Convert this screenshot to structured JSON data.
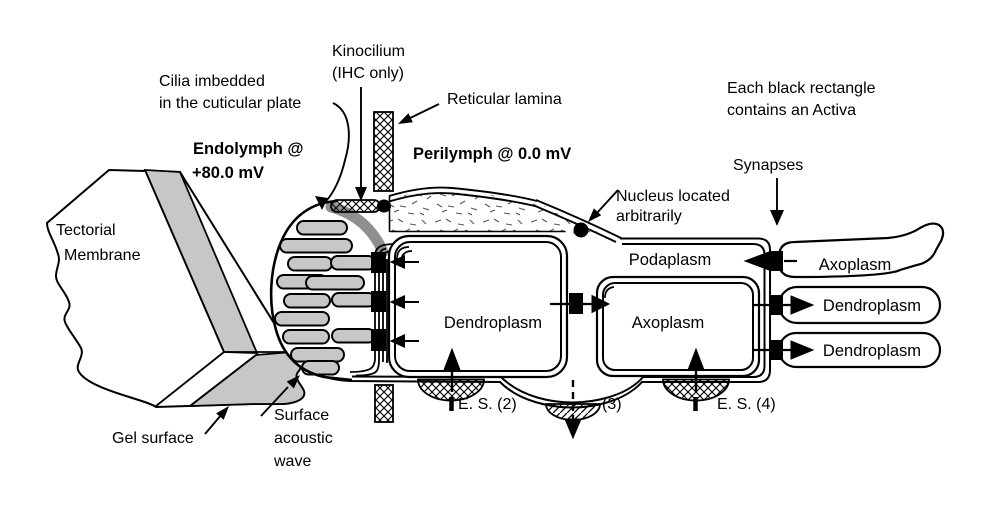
{
  "figure": {
    "background": "#ffffff",
    "ink": "#000000",
    "light_gray": "#c7c7c7",
    "mid_gray": "#8f8f8f"
  },
  "labels": {
    "cilia_line1": "Cilia imbedded",
    "cilia_line2": "in the cuticular plate",
    "kinocilium_line1": "Kinocilium",
    "kinocilium_line2": "(IHC only)",
    "reticular_lamina": "Reticular lamina",
    "endolymph_line1": "Endolymph @",
    "endolymph_line2": "+80.0 mV",
    "perilymph": "Perilymph @ 0.0 mV",
    "activa_note_line1": "Each black rectangle",
    "activa_note_line2": "contains an Activa",
    "synapses": "Synapses",
    "nucleus_line1": "Nucleus located",
    "nucleus_line2": "arbitrarily",
    "tectorial_line1": "Tectorial",
    "tectorial_line2": "Membrane",
    "gel_surface": "Gel surface",
    "saw_line1": "Surface",
    "saw_line2": "acoustic",
    "saw_line3": "wave"
  },
  "regions": {
    "dendroplasm": "Dendroplasm",
    "axoplasm": "Axoplasm",
    "podaplasm": "Podaplasm"
  },
  "neighbors": {
    "axoplasm": "Axoplasm",
    "dendroplasm_upper": "Dendroplasm",
    "dendroplasm_lower": "Dendroplasm"
  },
  "sites": {
    "es2": "E. S. (2)",
    "es3": "(3)",
    "es4": "E. S. (4)"
  }
}
